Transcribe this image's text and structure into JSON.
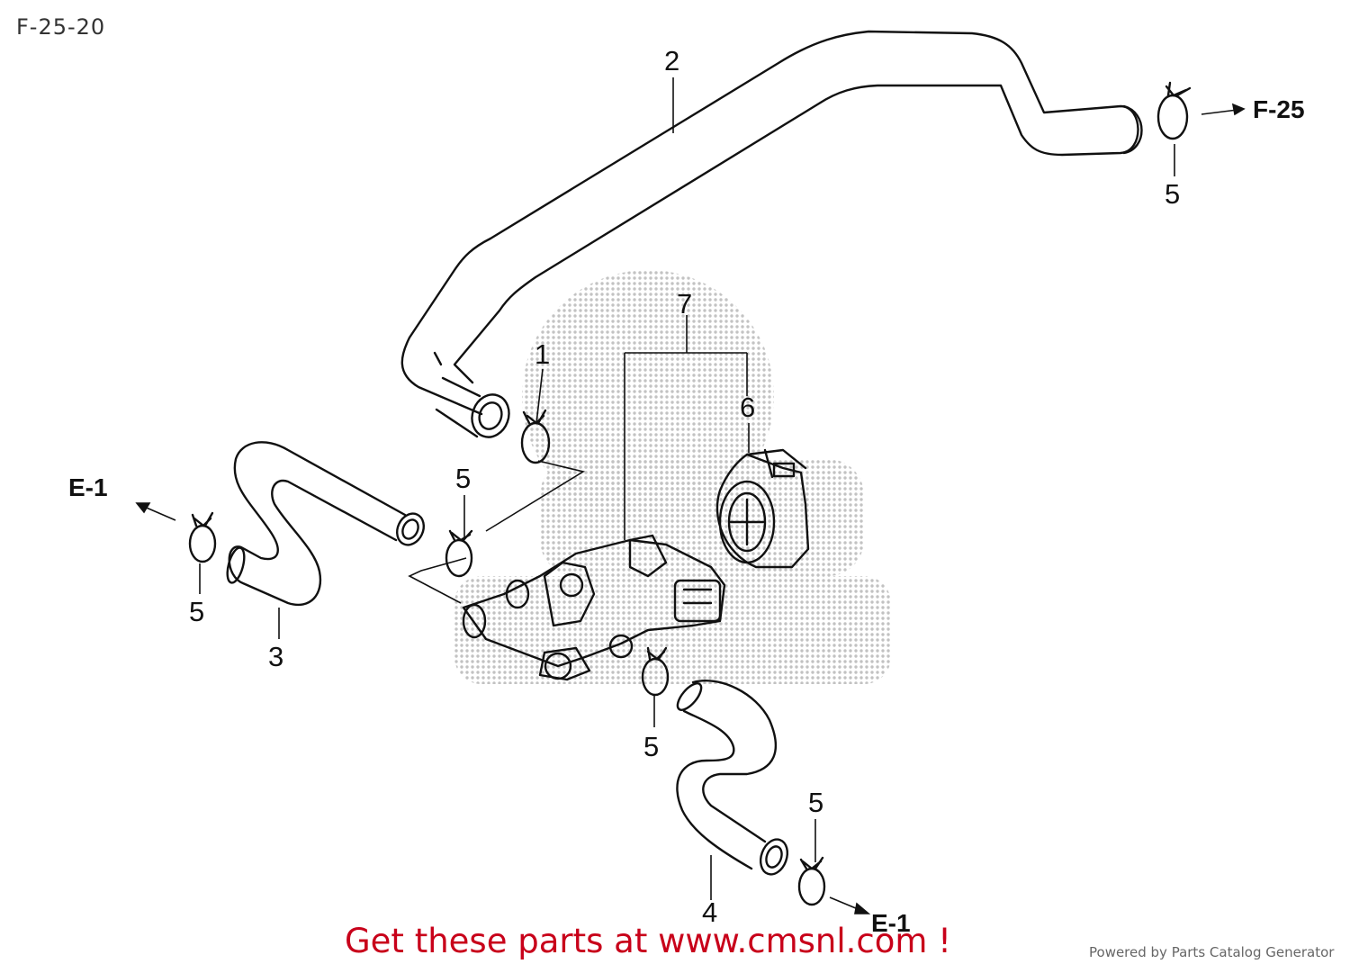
{
  "page_code": "F-25-20",
  "callouts": {
    "c1": "1",
    "c2": "2",
    "c3": "3",
    "c4": "4",
    "c5_top_right": "5",
    "c5_left": "5",
    "c5_center": "5",
    "c5_lower_center": "5",
    "c5_lower_right": "5",
    "c6": "6",
    "c7": "7"
  },
  "references": {
    "f25": "F-25",
    "e1_left": "E-1",
    "e1_bottom": "E-1"
  },
  "footer": {
    "promo": "Get these parts at www.cmsnl.com !",
    "credit": "Powered by Parts Catalog Generator"
  },
  "colors": {
    "line": "#111111",
    "promo": "#c8001a",
    "watermark": "#bdbdbd"
  }
}
